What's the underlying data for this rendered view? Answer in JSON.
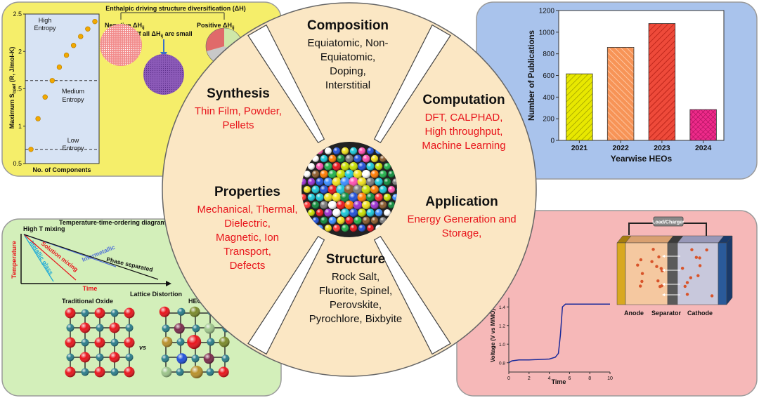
{
  "colors": {
    "panel_yellow": "#f5ee6a",
    "panel_blue": "#a9c3ec",
    "panel_green": "#d3efba",
    "panel_red": "#f6b8b8",
    "circle_fill": "#fbe7c4",
    "red_text": "#e8141b"
  },
  "center": {
    "sections": [
      {
        "id": "composition",
        "title": "Composition",
        "color": "black",
        "lines": [
          "Equiatomic, Non-",
          "Equiatomic,",
          "Doping,",
          "Interstitial"
        ]
      },
      {
        "id": "computation",
        "title": "Computation",
        "color": "red",
        "lines": [
          "DFT, CALPHAD,",
          "High throughput,",
          "Machine Learning"
        ]
      },
      {
        "id": "application",
        "title": "Application",
        "color": "red",
        "lines": [
          "Energy Generation and",
          "Storage,"
        ]
      },
      {
        "id": "structure",
        "title": "Structure",
        "color": "black",
        "lines": [
          "Rock Salt,",
          "Fluorite, Spinel,",
          "Perovskite,",
          "Pyrochlore, Bixbyite"
        ]
      },
      {
        "id": "properties",
        "title": "Properties",
        "color": "red",
        "lines": [
          "Mechanical, Thermal,",
          "Dielectric,",
          "Magnetic, Ion",
          "Transport,",
          "Defects"
        ]
      },
      {
        "id": "synthesis",
        "title": "Synthesis",
        "color": "red",
        "lines": [
          "Thin Film, Powder,",
          "Pellets"
        ]
      }
    ]
  },
  "entropy_panel": {
    "y_label": "Maximum S",
    "y_sub": "conf",
    "y_unit": " (R, J/mol-K)",
    "x_label": "No. of Components",
    "y_ticks": [
      "0.5",
      "1",
      "1.5",
      "2",
      "2.5"
    ],
    "regions": [
      [
        "High",
        "Entropy"
      ],
      [
        "Medium",
        "Entropy"
      ],
      [
        "Low",
        "Entropy"
      ]
    ],
    "points": [
      0.69,
      1.1,
      1.39,
      1.61,
      1.79,
      1.95,
      2.08,
      2.2,
      2.3,
      2.4
    ],
    "ylim": [
      0.5,
      2.5
    ],
    "boundaries": [
      0.69,
      1.61
    ],
    "top_title": "Enthalpic driving structure diversification (ΔH)",
    "negative_label": "Negative ΔH",
    "positive_label": "Positive ΔH",
    "ij": "ij",
    "small_label_pre": "If all ΔH",
    "small_label_post": " are small"
  },
  "chart_data": {
    "type": "bar",
    "categories": [
      "2021",
      "2022",
      "2023",
      "2024"
    ],
    "values": [
      615,
      860,
      1080,
      285
    ],
    "ylim": [
      0,
      1200
    ],
    "y_ticks": [
      0,
      200,
      400,
      600,
      800,
      1000,
      1200
    ],
    "xlabel": "Yearwise HEOs",
    "ylabel": "Number of Publications",
    "colors": [
      "#dcdc00",
      "#f5813a",
      "#ea3b2d",
      "#e8147a"
    ]
  },
  "ttt_panel": {
    "title": "Temperature-time-ordering diagram",
    "high_t": "High T mixing",
    "y_label": "Temperature",
    "x_label": "Time",
    "curves": [
      "Metallic glass",
      "Solution mixing",
      "Intermetallic",
      "Phase separated"
    ],
    "lattice_title": "Lattice Distortion",
    "traditional": "Traditional Oxide",
    "heo": "HEO",
    "vs": "vs"
  },
  "battery_panel": {
    "load": "Load/Charger",
    "anode": "Anode",
    "separator": "Separator",
    "cathode": "Cathode",
    "y_label": "Voltage (V vs M/MO)",
    "x_label": "Time",
    "x_ticks": [
      "0",
      "2",
      "4",
      "6",
      "8",
      "10"
    ],
    "y_ticks": [
      "0.8",
      "1.0",
      "1.2",
      "1.4"
    ],
    "curve_x": [
      0,
      0.3,
      1,
      2,
      3,
      4,
      4.6,
      4.9,
      5.1,
      5.3,
      5.6,
      10
    ],
    "curve_y": [
      0.8,
      0.82,
      0.83,
      0.83,
      0.835,
      0.84,
      0.86,
      0.9,
      1.1,
      1.4,
      1.43,
      1.43
    ],
    "xlim": [
      0,
      10
    ],
    "ylim": [
      0.7,
      1.5
    ]
  }
}
